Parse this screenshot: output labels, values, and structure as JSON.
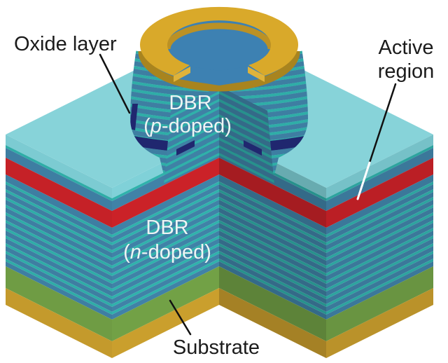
{
  "labels": {
    "oxide": "Oxide layer",
    "active": {
      "line1": "Active",
      "line2": "region"
    },
    "dbr_p": {
      "line1": "DBR",
      "open": "(",
      "dopant": "p",
      "close": "-doped)"
    },
    "dbr_n": {
      "line1": "DBR",
      "open": "(",
      "dopant": "n",
      "close": "-doped)"
    },
    "substrate": "Substrate"
  },
  "colors": {
    "background": "#ffffff",
    "top_surface": "#87d3d9",
    "cap": "#7ccbd2",
    "dbr_teal": "#2fada7",
    "dbr_blue": "#3e7ea2",
    "active_red": "#c52127",
    "oxide_navy": "#20276f",
    "substrate_green": "#6f9c44",
    "base_gold": "#c49a2c",
    "ring_gold_top": "#d9a92a",
    "ring_gold_side": "#a8841f",
    "ring_gold_inner": "#bb9125",
    "ring_gold_end": "#dfb33b",
    "aperture_blue": "#3d81b2",
    "label_dark": "#1b1b1b",
    "label_light": "#eef4f4",
    "leader_black": "#111111",
    "leader_white": "#ffffff"
  },
  "stack": [
    {
      "name": "etched-cap",
      "color_key": "cap",
      "h": 15
    },
    {
      "name": "dbr-teal",
      "color_key": "dbr_teal",
      "h": 4
    },
    {
      "name": "dbr-blue",
      "color_key": "dbr_blue",
      "h": 14
    },
    {
      "name": "active-region",
      "color_key": "active_red",
      "h": 24
    },
    {
      "name": "dbr-blue",
      "color_key": "dbr_blue",
      "h": 10
    },
    {
      "name": "n-dbr-pairs",
      "pairs": 11,
      "layers": [
        {
          "name": "dbr-teal",
          "color_key": "dbr_teal",
          "h": 4
        },
        {
          "name": "dbr-blue",
          "color_key": "dbr_blue",
          "h": 7
        }
      ]
    },
    {
      "name": "substrate-green",
      "color_key": "substrate_green",
      "h": 31
    },
    {
      "name": "substrate-gold",
      "color_key": "base_gold",
      "h": 24
    }
  ],
  "mesa": {
    "stripe_pitch": 11,
    "teal_h": 4,
    "blue_h": 7
  }
}
